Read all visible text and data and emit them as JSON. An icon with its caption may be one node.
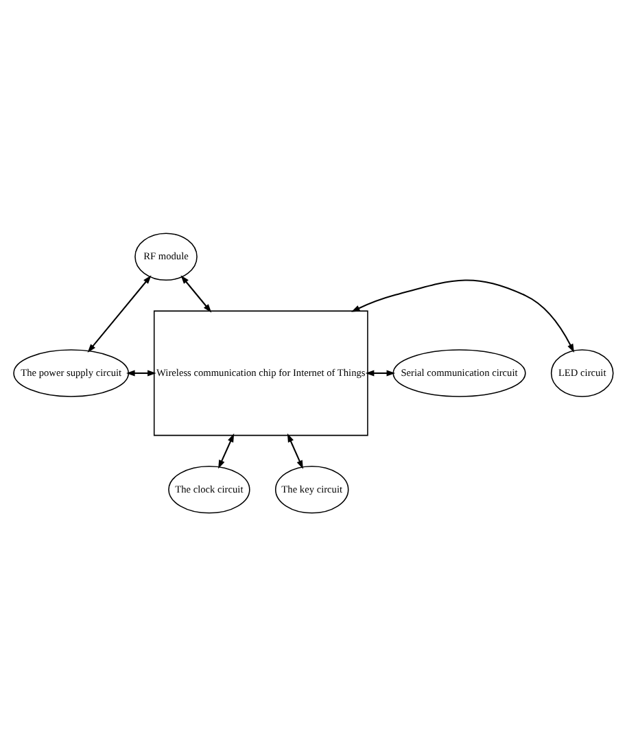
{
  "diagram": {
    "nodes": [
      {
        "text": [
          "RF module"
        ]
      },
      {
        "text": [
          "Wireless communication chip for Internet of Things"
        ]
      },
      {
        "text": [
          "LED circuit"
        ]
      },
      {
        "text": [
          "The power supply circuit"
        ]
      },
      {
        "text": [
          "Serial communication circuit"
        ]
      },
      {
        "text": [
          "The clock circuit"
        ]
      },
      {
        "text": [
          "The key circuit"
        ]
      }
    ],
    "edges": [
      {
        "from": 0,
        "to": 3,
        "arrow": "both"
      },
      {
        "from": 0,
        "to": 1,
        "arrow": "both"
      },
      {
        "from": 1,
        "to": 2,
        "arrow": "both"
      },
      {
        "from": 3,
        "to": 1,
        "arrow": "both"
      },
      {
        "from": 1,
        "to": 4,
        "arrow": "both"
      },
      {
        "from": 1,
        "to": 5,
        "arrow": "both"
      },
      {
        "from": 1,
        "to": 6,
        "arrow": "both"
      }
    ]
  }
}
